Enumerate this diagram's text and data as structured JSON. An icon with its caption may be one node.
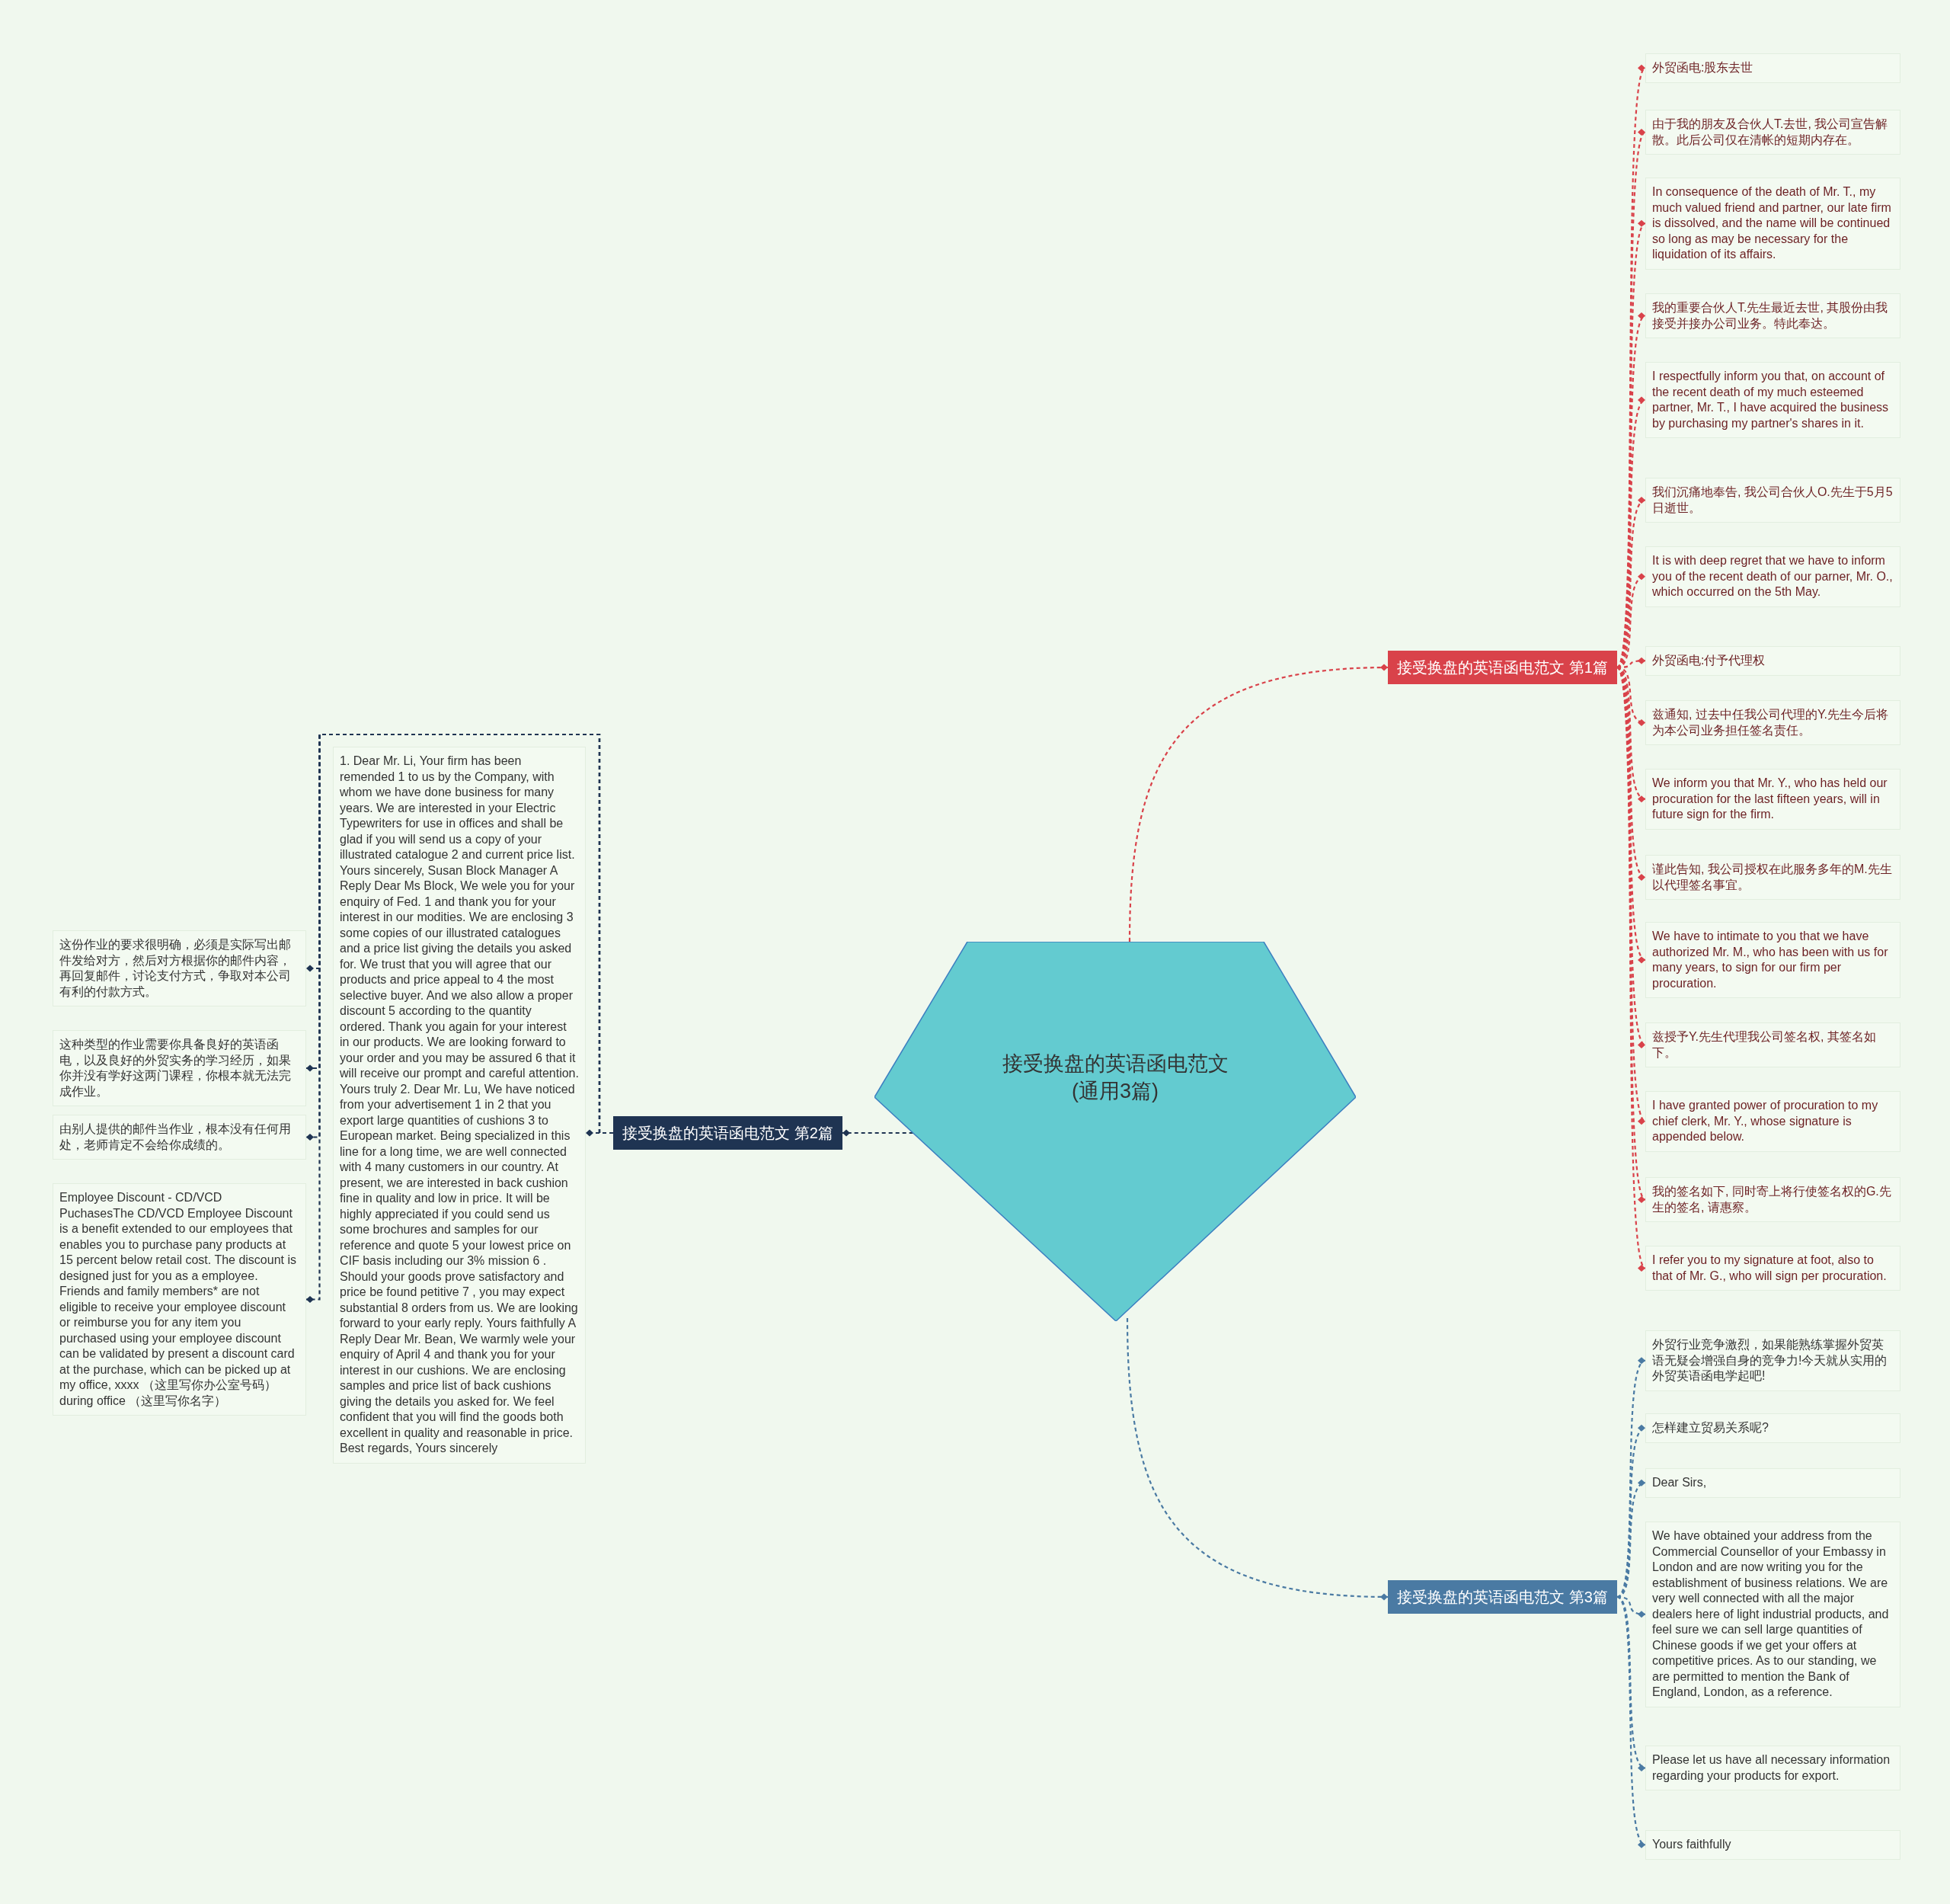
{
  "diagram": {
    "nodes": [
      {
        "text": [
          "接受换盘的英语函电范文(通用3篇)"
        ]
      },
      {
        "text": [
          "接受换盘的英语函电范文 第1篇"
        ]
      },
      {
        "text": [
          "外贸函电:股东去世"
        ]
      },
      {
        "text": [
          "由于我的朋友及合伙人T.去世, 我公司宣告解散。此后公司仅在清帐的短期内存在。"
        ]
      },
      {
        "text": [
          "In consequence of the death of Mr. T., my much valued friend and partner, our late firm is dissolved, and the name will be continued so long as may be necessary for the liquidation of its affairs."
        ]
      },
      {
        "text": [
          "我的重要合伙人T.先生最近去世, 其股份由我接受并接办公司业务。特此奉达。"
        ]
      },
      {
        "text": [
          "I respectfully inform you that, on account of the recent death of my much esteemed partner, Mr. T., I have acquired the business by purchasing my partner's shares in it."
        ]
      },
      {
        "text": [
          "我们沉痛地奉告, 我公司合伙人O.先生于5月5日逝世。"
        ]
      },
      {
        "text": [
          "It is with deep regret that we have to inform you of the recent death of our parner, Mr. O., which occurred on the 5th May."
        ]
      },
      {
        "text": [
          "外贸函电:付予代理权"
        ]
      },
      {
        "text": [
          "兹通知, 过去中任我公司代理的Y.先生今后将为本公司业务担任签名责任。"
        ]
      },
      {
        "text": [
          "We inform you that Mr. Y., who has held our procuration for the last fifteen years, will in future sign for the firm."
        ]
      },
      {
        "text": [
          "谨此告知, 我公司授权在此服务多年的M.先生以代理签名事宜。"
        ]
      },
      {
        "text": [
          "We have to intimate to you that we have authorized Mr. M., who has been with us for many years, to sign for our firm per procuration."
        ]
      },
      {
        "text": [
          "兹授予Y.先生代理我公司签名权, 其签名如下。"
        ]
      },
      {
        "text": [
          "I have granted power of procuration to my chief clerk, Mr. Y., whose signature is appended below."
        ]
      },
      {
        "text": [
          "我的签名如下, 同时寄上将行使签名权的G.先生的签名, 请惠察。"
        ]
      },
      {
        "text": [
          "I refer you to my signature at foot, also to that of Mr. G., who will sign per procuration."
        ]
      },
      {
        "text": [
          "接受换盘的英语函电范文 第2篇"
        ]
      },
      {
        "text": [
          "1. Dear Mr. Li, Your firm has been remended 1 to us by the Company, with whom we have done business for many years. We are interested in your Electric Typewriters for use in offices and shall be glad if you will send us a copy of your illustrated catalogue 2 and current price list. Yours sincerely, Susan Block Manager A Reply Dear Ms Block, We wele you for your enquiry of Fed. 1 and thank you for your interest in our modities. We are enclosing 3 some copies of our illustrated catalogues and a price list giving the details you asked for. We trust that you will agree that our products and price appeal to 4 the most selective buyer. And we also allow a proper discount 5 according to the quantity ordered. Thank you again for your interest in our products. We are looking forward to your order and you may be assured 6 that it will receive our prompt and careful attention. Yours truly 2. Dear Mr. Lu, We have noticed from your advertisement 1 in 2 that you export large quantities of cushions 3 to European market. Being specialized in this line for a long time, we are well connected with 4 many customers in our country. At present, we are interested in back cushion fine in quality and low in price. It will be highly appreciated if you could send us some brochures and samples for our reference and quote 5 your lowest price on CIF basis including our 3% mission 6 . Should your goods prove satisfactory and price be found petitive 7 , you may expect substantial 8 orders from us. We are looking forward to your early reply. Yours faithfully A Reply Dear Mr. Bean, We warmly wele your enquiry of April 4 and thank you for your interest in our cushions. We are enclosing samples and price list of back cushions giving the details you asked for. We feel confident that you will find the goods both excellent in quality and reasonable in price. Best regards, Yours sincerely"
        ]
      },
      {
        "text": [
          "这份作业的要求很明确，必须是实际写出邮件发给对方，然后对方根据你的邮件内容，再回复邮件，讨论支付方式，争取对本公司有利的付款方式。"
        ]
      },
      {
        "text": [
          "这种类型的作业需要你具备良好的英语函电，以及良好的外贸实务的学习经历，如果你并没有学好这两门课程，你根本就无法完成作业。"
        ]
      },
      {
        "text": [
          "由别人提供的邮件当作业，根本没有任何用处，老师肯定不会给你成绩的。"
        ]
      },
      {
        "text": [
          "Employee Discount - CD/VCD PuchasesThe CD/VCD Employee Discount is a benefit extended to our employees that enables you to purchase pany products at 15 percent below retail cost. The discount is designed just for you as a employee. Friends and family members* are not eligible to receive your employee discount or reimburse you for any item you purchased using your employee discount can be validated by present a discount card at the purchase, which can be picked up at my office, xxxx （这里写你办公室号码） during office （这里写你名字）"
        ]
      },
      {
        "text": [
          "接受换盘的英语函电范文 第3篇"
        ]
      },
      {
        "text": [
          "外贸行业竞争激烈，如果能熟练掌握外贸英语无疑会增强自身的竞争力!今天就从实用的外贸英语函电学起吧!"
        ]
      },
      {
        "text": [
          "怎样建立贸易关系呢?"
        ]
      },
      {
        "text": [
          "Dear Sirs,"
        ]
      },
      {
        "text": [
          "We have obtained your address from the Commercial Counsellor of your Embassy in London and are now writing you for the establishment of business relations. We are very well connected with all the major dealers here of light industrial products, and feel sure we can sell large quantities of Chinese goods if we get your offers at competitive prices. As to our standing, we are permitted to mention the Bank of England, London, as a reference."
        ]
      },
      {
        "text": [
          "Please let us have all necessary information regarding your products for export."
        ]
      },
      {
        "text": [
          "Yours faithfully"
        ]
      }
    ],
    "edges": [
      {
        "from": 0,
        "to": 1,
        "arrow": "other",
        "style": "dashed",
        "color": "#d9424a"
      },
      {
        "from": 1,
        "to": 2,
        "arrow": "other",
        "style": "dashed",
        "color": "#d9424a"
      },
      {
        "from": 1,
        "to": 3,
        "arrow": "other",
        "style": "dashed",
        "color": "#d9424a"
      },
      {
        "from": 1,
        "to": 4,
        "arrow": "other",
        "style": "dashed",
        "color": "#d9424a"
      },
      {
        "from": 1,
        "to": 5,
        "arrow": "other",
        "style": "dashed",
        "color": "#d9424a"
      },
      {
        "from": 1,
        "to": 6,
        "arrow": "other",
        "style": "dashed",
        "color": "#d9424a"
      },
      {
        "from": 1,
        "to": 7,
        "arrow": "other",
        "style": "dashed",
        "color": "#d9424a"
      },
      {
        "from": 1,
        "to": 8,
        "arrow": "other",
        "style": "dashed",
        "color": "#d9424a"
      },
      {
        "from": 1,
        "to": 9,
        "arrow": "other",
        "style": "dashed",
        "color": "#d9424a"
      },
      {
        "from": 1,
        "to": 10,
        "arrow": "other",
        "style": "dashed",
        "color": "#d9424a"
      },
      {
        "from": 1,
        "to": 11,
        "arrow": "other",
        "style": "dashed",
        "color": "#d9424a"
      },
      {
        "from": 1,
        "to": 12,
        "arrow": "other",
        "style": "dashed",
        "color": "#d9424a"
      },
      {
        "from": 1,
        "to": 13,
        "arrow": "other",
        "style": "dashed",
        "color": "#d9424a"
      },
      {
        "from": 1,
        "to": 14,
        "arrow": "other",
        "style": "dashed",
        "color": "#d9424a"
      },
      {
        "from": 1,
        "to": 15,
        "arrow": "other",
        "style": "dashed",
        "color": "#d9424a"
      },
      {
        "from": 1,
        "to": 16,
        "arrow": "other",
        "style": "dashed",
        "color": "#d9424a"
      },
      {
        "from": 1,
        "to": 17,
        "arrow": "other",
        "style": "dashed",
        "color": "#d9424a"
      },
      {
        "from": 0,
        "to": 18,
        "arrow": "other",
        "style": "dashed",
        "color": "#1f3452"
      },
      {
        "from": 18,
        "to": 19,
        "arrow": "other",
        "style": "dashed",
        "color": "#1f3452"
      },
      {
        "from": 18,
        "to": 20,
        "arrow": "other",
        "style": "dashed",
        "color": "#1f3452"
      },
      {
        "from": 18,
        "to": 21,
        "arrow": "other",
        "style": "dashed",
        "color": "#1f3452"
      },
      {
        "from": 18,
        "to": 22,
        "arrow": "other",
        "style": "dashed",
        "color": "#1f3452"
      },
      {
        "from": 18,
        "to": 23,
        "arrow": "other",
        "style": "dashed",
        "color": "#1f3452"
      },
      {
        "from": 0,
        "to": 24,
        "arrow": "other",
        "style": "dashed",
        "color": "#4a7aa3"
      },
      {
        "from": 24,
        "to": 25,
        "arrow": "other",
        "style": "dashed",
        "color": "#4a7aa3"
      },
      {
        "from": 24,
        "to": 26,
        "arrow": "other",
        "style": "dashed",
        "color": "#4a7aa3"
      },
      {
        "from": 24,
        "to": 27,
        "arrow": "other",
        "style": "dashed",
        "color": "#4a7aa3"
      },
      {
        "from": 24,
        "to": 28,
        "arrow": "other",
        "style": "dashed",
        "color": "#4a7aa3"
      },
      {
        "from": 24,
        "to": 29,
        "arrow": "other",
        "style": "dashed",
        "color": "#4a7aa3"
      },
      {
        "from": 24,
        "to": 30,
        "arrow": "other",
        "style": "dashed",
        "color": "#4a7aa3"
      }
    ]
  }
}
